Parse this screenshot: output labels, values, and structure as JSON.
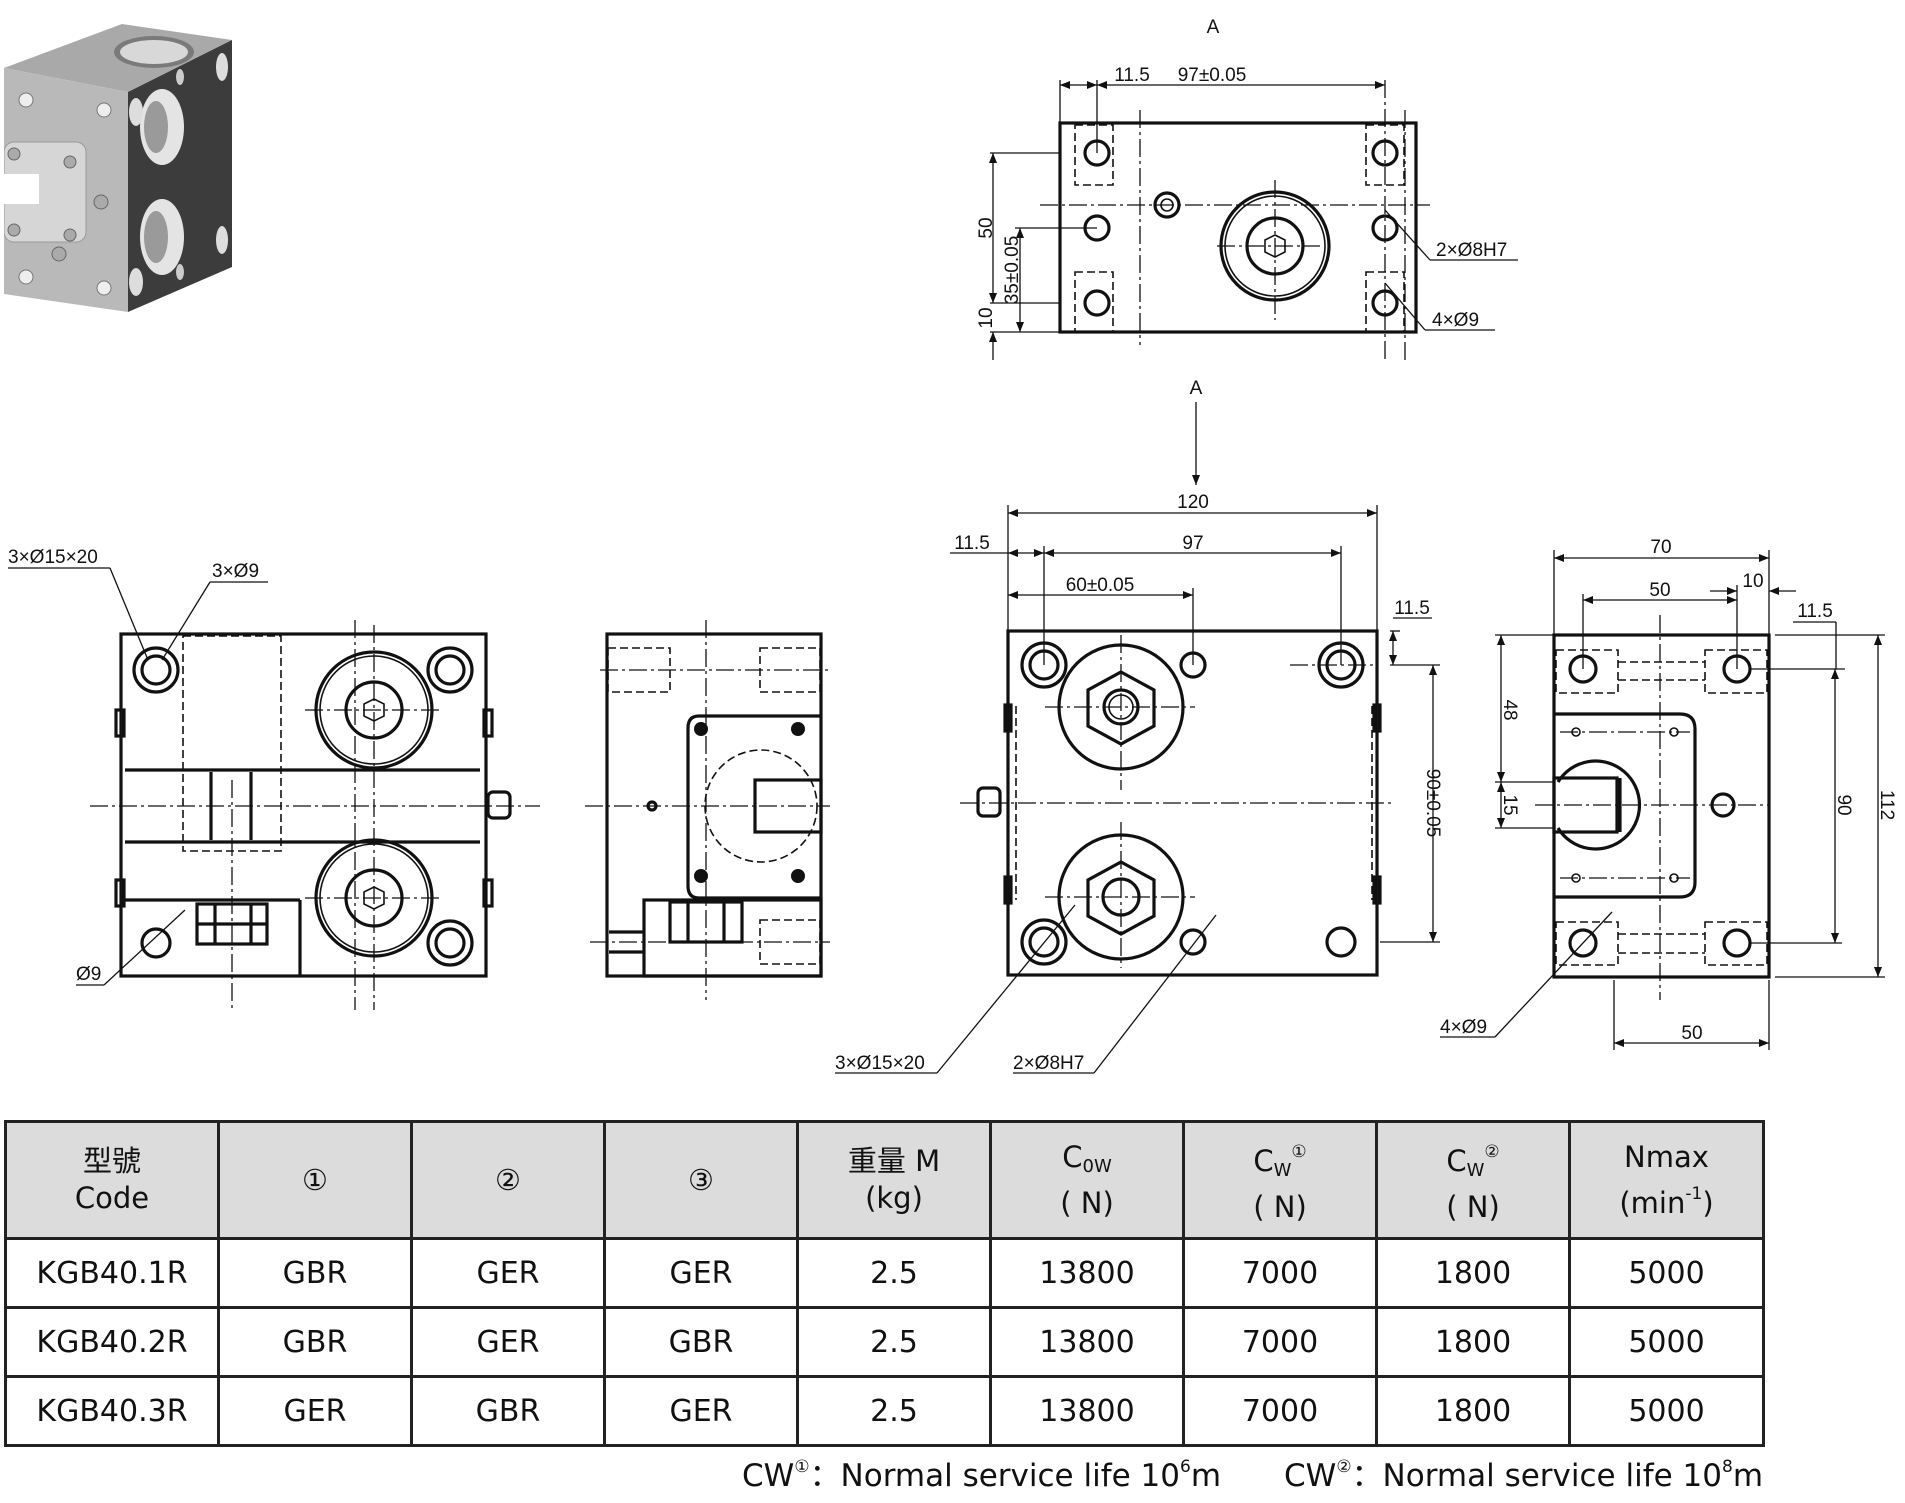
{
  "drawing": {
    "view_label_top": "A",
    "view_label_arrow": "A",
    "top_view": {
      "dims": {
        "d1": "11.5",
        "d2": "97±0.05",
        "d3": "50",
        "d4": "35±0.05",
        "d5": "10"
      },
      "callouts": {
        "c1": "2×Ø8H7",
        "c2": "4×Ø9"
      }
    },
    "left_view": {
      "callouts": {
        "c1": "3×Ø15×20",
        "c2": "3×Ø9",
        "c3": "Ø9"
      }
    },
    "main_view": {
      "dims": {
        "d1": "120",
        "d2": "11.5",
        "d3": "97",
        "d4": "60±0.05",
        "d5": "11.5",
        "d6": "90±0.05"
      },
      "callouts": {
        "c1": "3×Ø15×20",
        "c2": "2×Ø8H7"
      }
    },
    "right_view": {
      "dims": {
        "d1": "70",
        "d2": "50",
        "d3": "10",
        "d4": "11.5",
        "d5": "48",
        "d6": "15",
        "d7": "90",
        "d8": "112",
        "d9": "50"
      },
      "callouts": {
        "c1": "4×Ø9"
      }
    }
  },
  "table": {
    "headers": {
      "code_cn": "型號",
      "code_en": "Code",
      "col1": "①",
      "col2": "②",
      "col3": "③",
      "mass_cn": "重量 M",
      "mass_unit": "(kg)",
      "c0w_main": "C",
      "c0w_sub": "0W",
      "c0w_unit": "( N)",
      "cw1_main": "C",
      "cw1_sub": "W",
      "cw1_sup": "①",
      "cw1_unit": "( N)",
      "cw2_main": "C",
      "cw2_sub": "W",
      "cw2_sup": "②",
      "cw2_unit": "( N)",
      "nmax_main": "Nmax",
      "nmax_unit_a": "(min",
      "nmax_unit_sup": "-1",
      "nmax_unit_b": ")"
    },
    "rows": [
      {
        "code": "KGB40.1R",
        "c1": "GBR",
        "c2": "GER",
        "c3": "GER",
        "mass": "2.5",
        "c0w": "13800",
        "cw1": "7000",
        "cw2": "1800",
        "nmax": "5000"
      },
      {
        "code": "KGB40.2R",
        "c1": "GBR",
        "c2": "GER",
        "c3": "GBR",
        "mass": "2.5",
        "c0w": "13800",
        "cw1": "7000",
        "cw2": "1800",
        "nmax": "5000"
      },
      {
        "code": "KGB40.3R",
        "c1": "GER",
        "c2": "GBR",
        "c3": "GER",
        "mass": "2.5",
        "c0w": "13800",
        "cw1": "7000",
        "cw2": "1800",
        "nmax": "5000"
      }
    ]
  },
  "footnotes": {
    "f1_label": "CW",
    "f1_sup": "①",
    "f1_text": "：Normal service life 10",
    "f1_exp": "6",
    "f1_unit": "m",
    "f2_label": "CW",
    "f2_sup": "②",
    "f2_text": "：Normal service life 10",
    "f2_exp": "8",
    "f2_unit": "m"
  },
  "colors": {
    "header_bg": "#dcdcdc",
    "line": "#111111",
    "render_dark": "#3a3a3a",
    "render_light": "#b8b8b8"
  }
}
